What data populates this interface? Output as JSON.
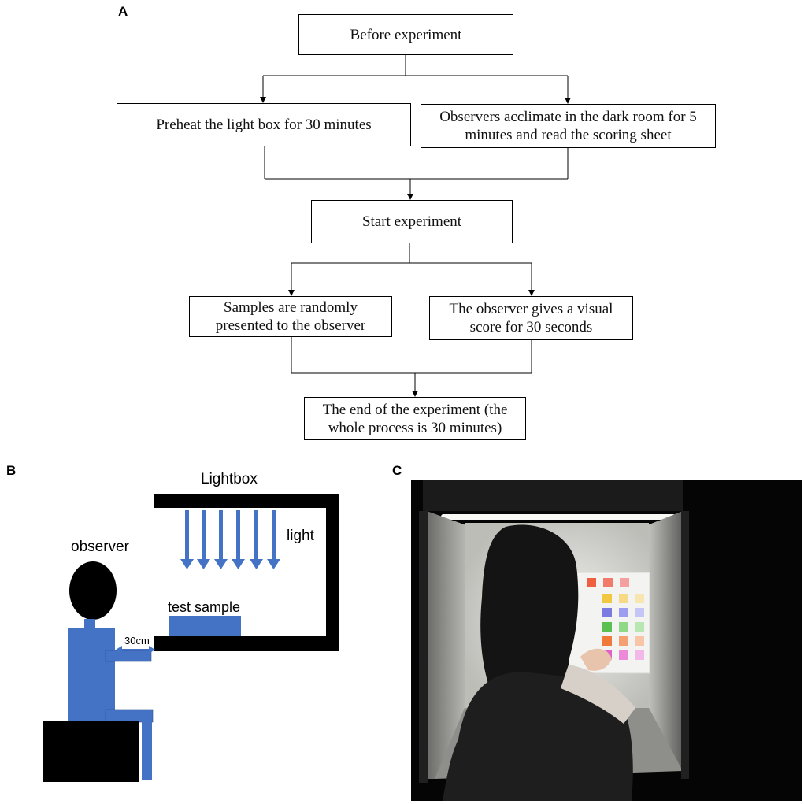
{
  "panel_labels": {
    "a": "A",
    "b": "B",
    "c": "C"
  },
  "flowchart": {
    "before": "Before experiment",
    "preheat": "Preheat the light box for 30 minutes",
    "acclimate_line1": "Observers acclimate in the dark room for 5",
    "acclimate_line2": "minutes and read the scoring sheet",
    "start": "Start experiment",
    "samples_line1": "Samples are randomly",
    "samples_line2": "presented to the observer",
    "score_line1": "The observer gives a visual",
    "score_line2": "score for 30 seconds",
    "end_line1": "The end of the experiment (the",
    "end_line2": "whole process is 30 minutes)"
  },
  "setup_diagram": {
    "lightbox_label": "Lightbox",
    "light_label": "light",
    "observer_label": "observer",
    "sample_label": "test sample",
    "distance_label": "30cm",
    "colors": {
      "figure": "#4472C4",
      "structure": "#000000"
    }
  },
  "photo": {
    "colors": {
      "background": "#000000",
      "cabinet_interior": "#d8d8d4",
      "hair": "#141414"
    }
  }
}
